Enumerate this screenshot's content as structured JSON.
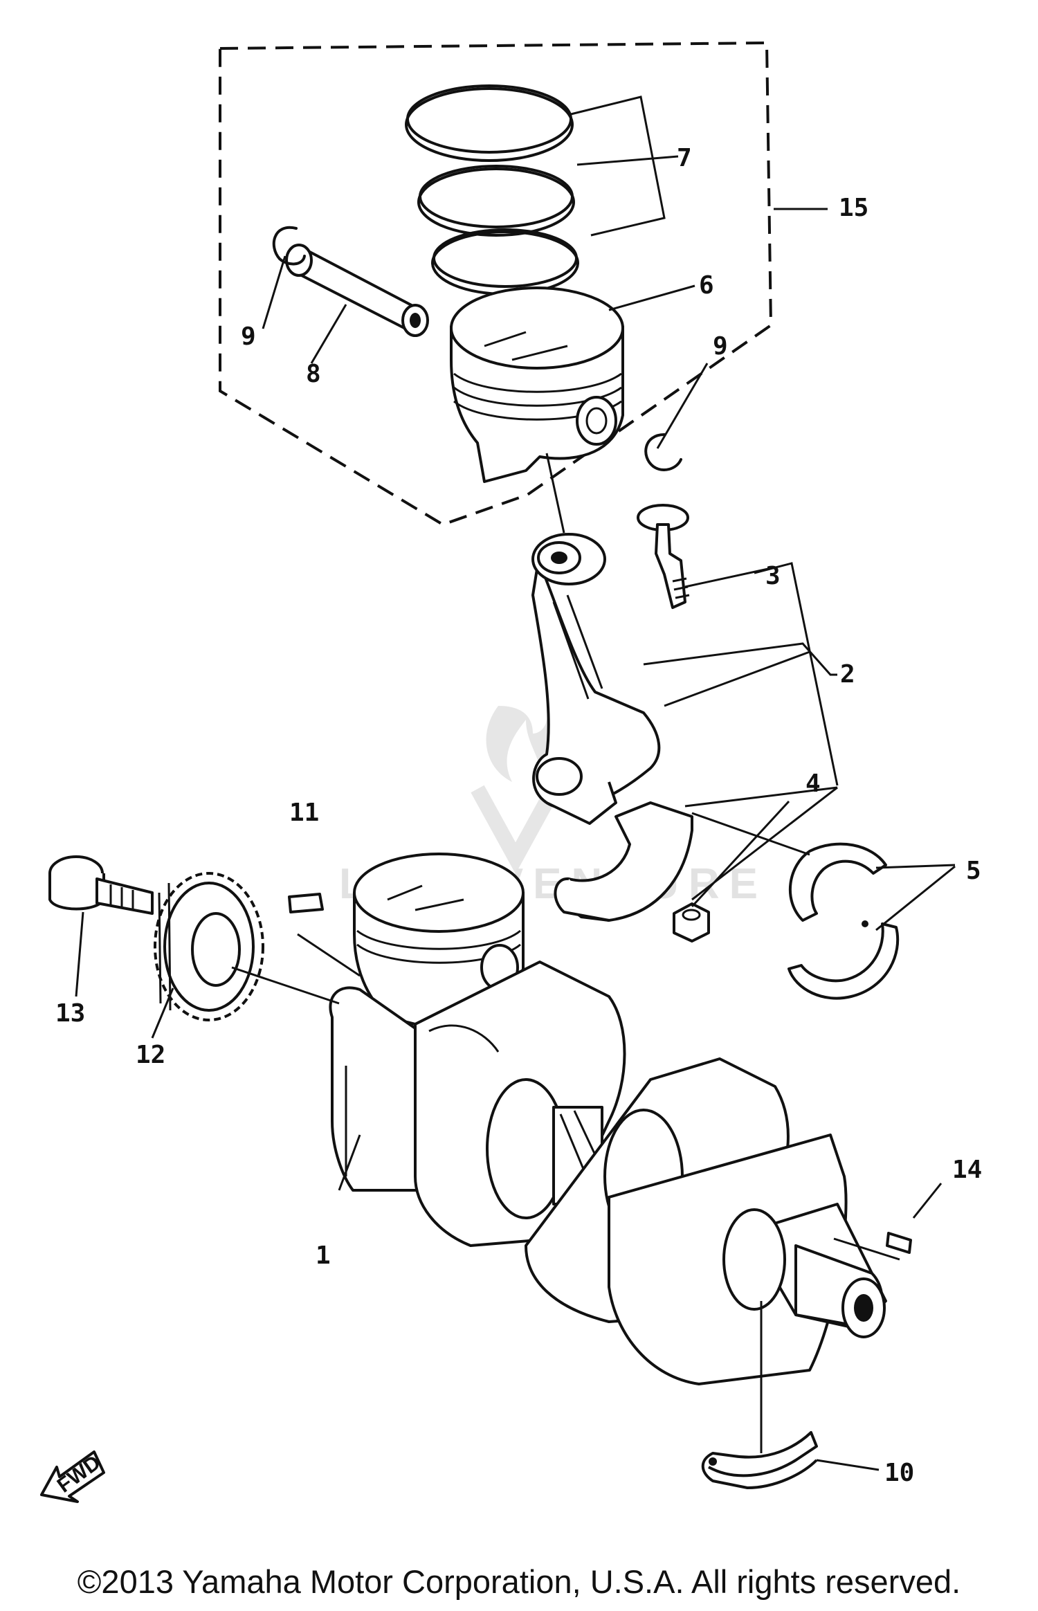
{
  "callouts": {
    "c1": "1",
    "c2": "2",
    "c3": "3",
    "c4": "4",
    "c5": "5",
    "c6": "6",
    "c7": "7",
    "c8": "8",
    "c9a": "9",
    "c9b": "9",
    "c10": "10",
    "c11": "11",
    "c12": "12",
    "c13": "13",
    "c14": "14",
    "c15": "15"
  },
  "fwd_label": "FWD",
  "watermark": "LEADVENTURE",
  "copyright": "©2013 Yamaha Motor Corporation, U.S.A. All rights reserved.",
  "colors": {
    "ink": "#111111",
    "background": "#ffffff",
    "watermark": "#e2e2e2"
  }
}
